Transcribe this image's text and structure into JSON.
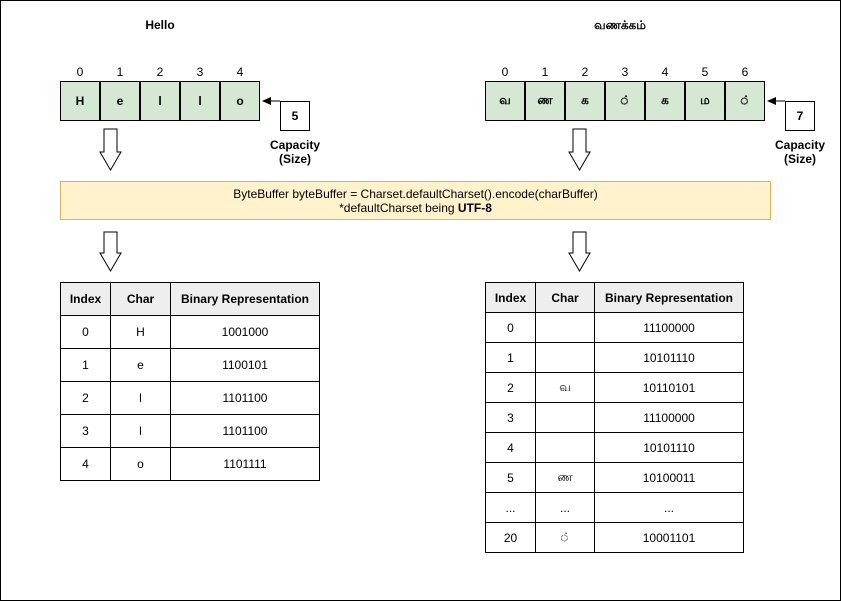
{
  "left": {
    "title": "Hello",
    "indices": [
      "0",
      "1",
      "2",
      "3",
      "4"
    ],
    "cells": [
      "H",
      "e",
      "l",
      "l",
      "o"
    ],
    "capacity_value": "5",
    "capacity_label_1": "Capacity",
    "capacity_label_2": "(Size)",
    "table": {
      "headers": [
        "Index",
        "Char",
        "Binary Representation"
      ],
      "rows": [
        [
          "0",
          "H",
          "1001000"
        ],
        [
          "1",
          "e",
          "1100101"
        ],
        [
          "2",
          "l",
          "1101100"
        ],
        [
          "3",
          "l",
          "1101100"
        ],
        [
          "4",
          "o",
          "1101111"
        ]
      ]
    }
  },
  "right": {
    "title": "வணக்கம்",
    "indices": [
      "0",
      "1",
      "2",
      "3",
      "4",
      "5",
      "6"
    ],
    "cells": [
      "வ",
      "ண",
      "க",
      "்",
      "க",
      "ம",
      "்"
    ],
    "capacity_value": "7",
    "capacity_label_1": "Capacity",
    "capacity_label_2": "(Size)",
    "table": {
      "headers": [
        "Index",
        "Char",
        "Binary Representation"
      ],
      "rows": [
        [
          "0",
          "",
          "11100000"
        ],
        [
          "1",
          "",
          "10101110"
        ],
        [
          "2",
          "வ",
          "10110101"
        ],
        [
          "3",
          "",
          "11100000"
        ],
        [
          "4",
          "",
          "10101110"
        ],
        [
          "5",
          "ண",
          "10100011"
        ],
        [
          "...",
          "...",
          "..."
        ],
        [
          "20",
          "்",
          "10001101"
        ]
      ]
    }
  },
  "banner": {
    "line1": "ByteBuffer byteBuffer = Charset.defaultCharset().encode(charBuffer)",
    "line2_prefix": "*defaultCharset being ",
    "line2_bold": "UTF-8"
  },
  "colors": {
    "cell_fill": "#d5e8d4",
    "banner_fill": "#fff2cc",
    "banner_border": "#d6b656",
    "header_fill": "#eeeeee"
  }
}
